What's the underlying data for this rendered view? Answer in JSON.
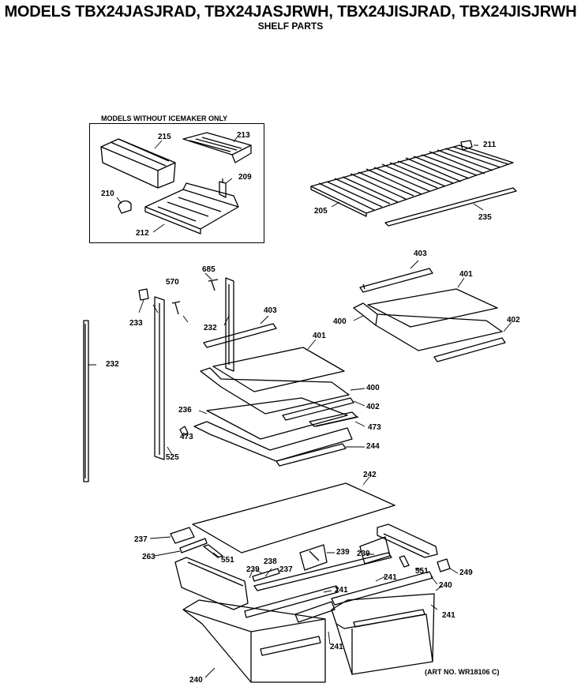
{
  "header": {
    "title": "MODELS TBX24JASJRAD, TBX24JASJRWH, TBX24JISJRAD, TBX24JISJRWH",
    "subtitle": "SHELF PARTS"
  },
  "inset": {
    "title": "MODELS WITHOUT ICEMAKER ONLY"
  },
  "footer": {
    "art_number": "(ART NO. WR18106 C)"
  },
  "labels": {
    "p215": "215",
    "p213": "213",
    "p209": "209",
    "p210": "210",
    "p212": "212",
    "p211": "211",
    "p205": "205",
    "p235": "235",
    "p403a": "403",
    "p401a": "401",
    "p400a": "400",
    "p402a": "402",
    "p685": "685",
    "p570": "570",
    "p233": "233",
    "p232a": "232",
    "p232b": "232",
    "p403b": "403",
    "p401b": "401",
    "p400b": "400",
    "p402b": "402",
    "p236": "236",
    "p473a": "473",
    "p473b": "473",
    "p525": "525",
    "p244": "244",
    "p242": "242",
    "p237a": "237",
    "p263": "263",
    "p551a": "551",
    "p239a": "239",
    "p239b": "239",
    "p249": "249",
    "p239c": "239",
    "p238": "238",
    "p237b": "237",
    "p241a": "241",
    "p241b": "241",
    "p551b": "551",
    "p240a": "240",
    "p241c": "241",
    "p241d": "241",
    "p240b": "240"
  }
}
